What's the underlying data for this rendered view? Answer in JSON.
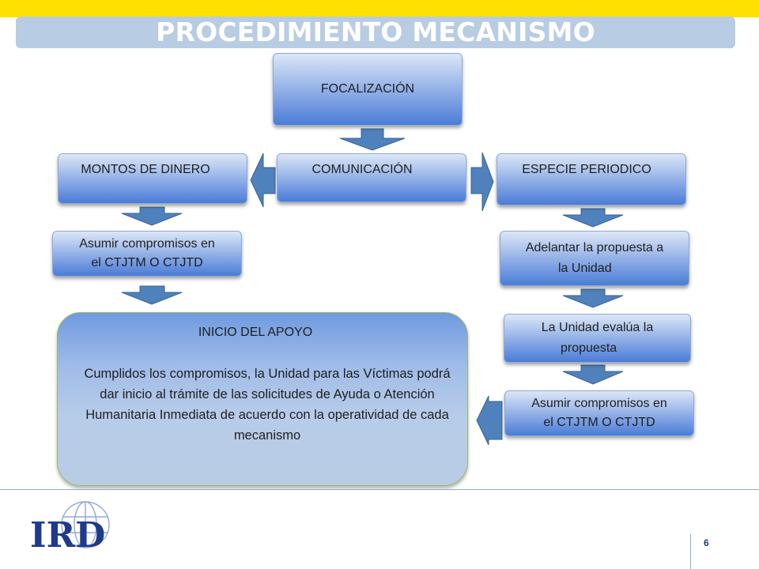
{
  "title": "PROCEDIMIENTO MECANISMO",
  "nodes": {
    "focalizacion": "FOCALIZACIÓN",
    "comunicacion": "COMUNICACIÓN",
    "montos": "MONTOS DE DINERO",
    "especie": "ESPECIE PERIODICO",
    "asumir_left_1": "Asumir compromisos  en",
    "asumir_left_2": "el  CTJTM O CTJTD",
    "adelantar_1": "Adelantar la propuesta a",
    "adelantar_2": "la Unidad",
    "evalua_1": "La Unidad evalúa la",
    "evalua_2": "propuesta",
    "asumir_right_1": "Asumir compromisos  en",
    "asumir_right_2": "el  CTJTM O CTJTD"
  },
  "inicio": {
    "title": "INICIO DEL APOYO",
    "body": "Cumplidos los compromisos, la Unidad para las Víctimas podrá dar inicio al trámite de las solicitudes de Ayuda o Atención Humanitaria Inmediata de acuerdo con la operatividad de cada mecanismo"
  },
  "footer": {
    "logo_text": "IRD",
    "page_number": "6"
  },
  "colors": {
    "top_bar": "#ffe000",
    "title_bar": "#b8cce4",
    "arrow_fill": "#4f81bd",
    "logo": "#1f3a8a"
  }
}
